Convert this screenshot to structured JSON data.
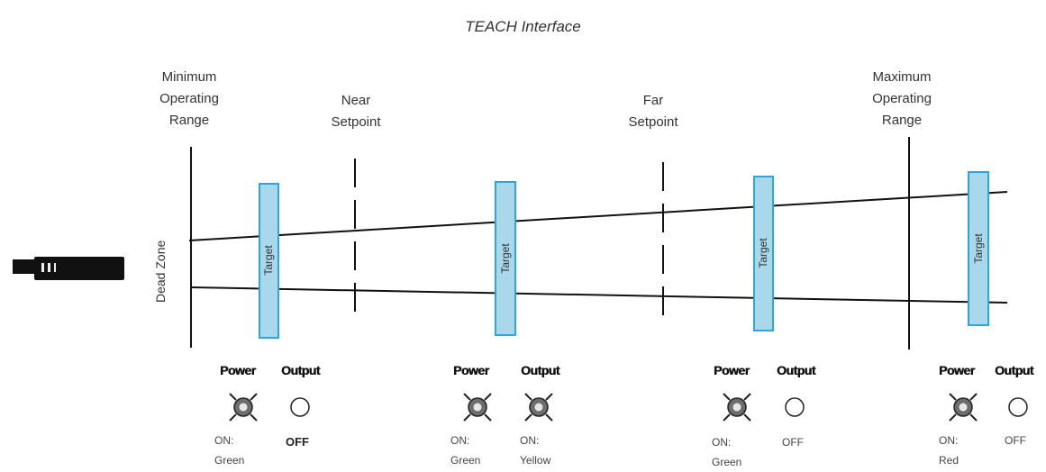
{
  "title": "TEACH Interface",
  "markers": {
    "min_range": [
      "Minimum",
      "Operating",
      "Range"
    ],
    "near_setpoint": [
      "Near",
      "Setpoint"
    ],
    "far_setpoint": [
      "Far",
      "Setpoint"
    ],
    "max_range": [
      "Maximum",
      "Operating",
      "Range"
    ]
  },
  "dead_zone_label": "Dead Zone",
  "target_label": "Target",
  "colors": {
    "target_fill": "#a8d8ea",
    "target_border": "#2ca6d6",
    "line": "#111111",
    "led_lit": "#6d6d6d",
    "led_off": "#ffffff"
  },
  "positions": [
    {
      "power_label": "Power",
      "output_label": "Output",
      "power_state": [
        "ON:",
        "Green"
      ],
      "output_state": [
        "OFF"
      ],
      "output_lit": false
    },
    {
      "power_label": "Power",
      "output_label": "Output",
      "power_state": [
        "ON:",
        "Green"
      ],
      "output_state": [
        "ON:",
        "Yellow"
      ],
      "output_lit": true
    },
    {
      "power_label": "Power",
      "output_label": "Output",
      "power_state": [
        "ON:",
        "Green"
      ],
      "output_state": [
        "OFF"
      ],
      "output_lit": false
    },
    {
      "power_label": "Power",
      "output_label": "Output",
      "power_state": [
        "ON:",
        "Red"
      ],
      "output_state": [
        "OFF"
      ],
      "output_lit": false
    }
  ]
}
